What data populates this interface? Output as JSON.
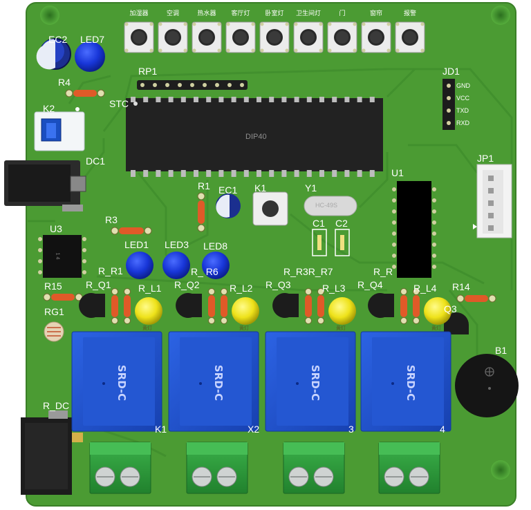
{
  "buttons": [
    "加湿器",
    "空调",
    "热水器",
    "客厅灯",
    "卧室灯",
    "卫生间灯",
    "门",
    "窗帘",
    "报警"
  ],
  "labels": {
    "ec2": "EC2",
    "led7": "LED7",
    "r4": "R4",
    "k2": "K2",
    "stc": "STC",
    "rp1": "RP1",
    "jd1": "JD1",
    "dc1": "DC1",
    "u3": "U3",
    "r3": "R3",
    "r1": "R1",
    "ec1": "EC1",
    "k1": "K1",
    "y1": "Y1",
    "c1": "C1",
    "c2": "C2",
    "u1": "U1",
    "jp1": "JP1",
    "led1": "LED1",
    "led3": "LED3",
    "led8": "LED8",
    "r_r1": "R_R1",
    "r_r6": "R_   R6",
    "r_r3r7": "R_R3R_R7",
    "r_r": "R_R",
    "r15": "R15",
    "r_q1": "R_Q1",
    "r_l1": "R_L1",
    "r_q2": "R_Q2",
    "r_l2": "R_L2",
    "r_q3": "R_Q3",
    "r_l3": "R_L3",
    "r_q4": "R_Q4",
    "r_l4": "R_L4",
    "r14": "R14",
    "q3": "Q3",
    "rg1": "RG1",
    "b1": "B1",
    "r_dc": "R_DC",
    "k1r": "K1",
    "x2": "X2",
    "x3": "3",
    "x4": "4"
  },
  "chip_text": "DIP40",
  "crystal_text": "HC-49S",
  "jd1_pins": [
    "GND",
    "VCC",
    "TXD",
    "RXD"
  ],
  "relay_text": "SRD-C",
  "led_tag": "黄灯",
  "u3_text": "1 4",
  "colors": {
    "board": "#4b9b33",
    "board_edge": "#3e8a2a",
    "trace": "#3f8d2c",
    "relay": "#1d4fc9",
    "led_blue": "#1836d8",
    "led_yellow": "#eee21a",
    "terminal": "#2f9a3a"
  }
}
